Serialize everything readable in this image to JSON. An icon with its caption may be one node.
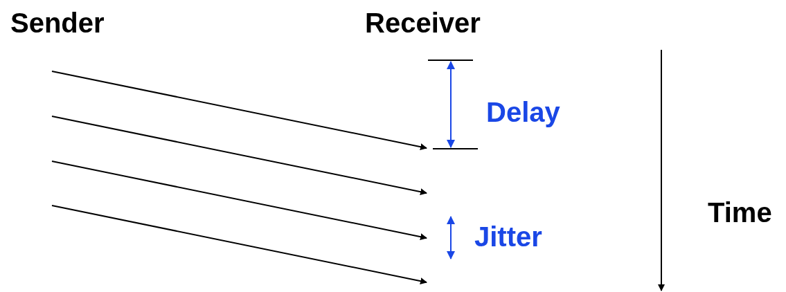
{
  "diagram": {
    "labels": [
      "Sender",
      "Receiver",
      "Delay",
      "Jitter",
      "Time"
    ]
  }
}
